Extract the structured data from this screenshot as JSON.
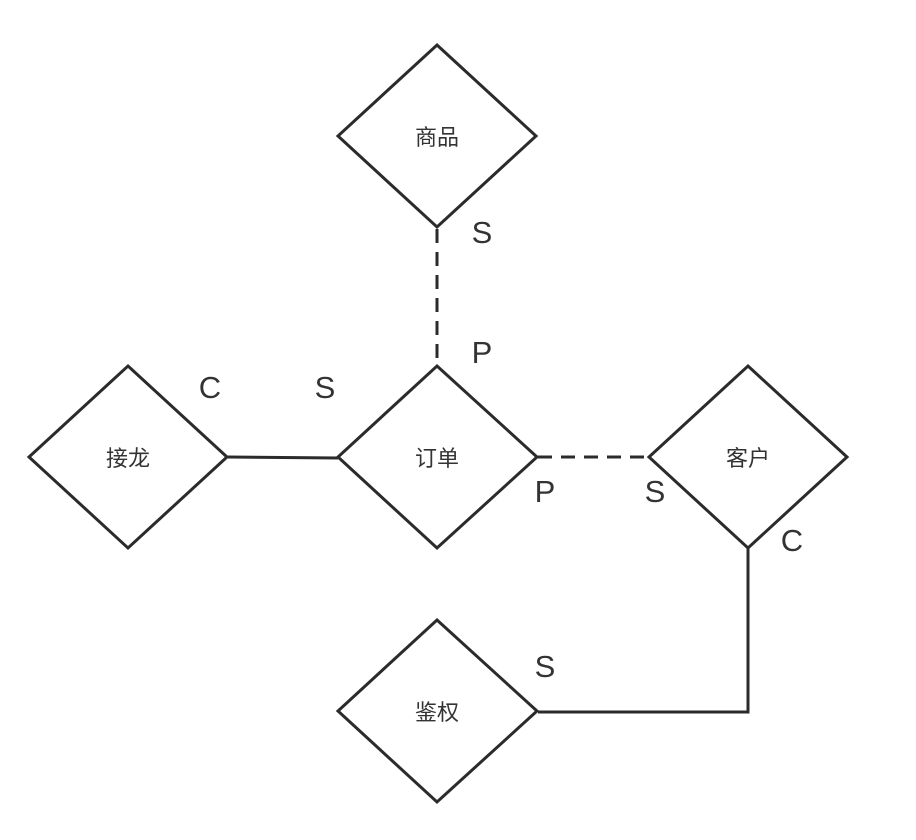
{
  "diagram": {
    "nodes": {
      "product": "商品",
      "solitaire": "接龙",
      "order": "订单",
      "customer": "客户",
      "auth": "鉴权"
    },
    "edges": [
      {
        "from": "order",
        "to": "product",
        "style": "dashed",
        "from_label": "P",
        "to_label": "S"
      },
      {
        "from": "order",
        "to": "solitaire",
        "style": "solid",
        "from_label": "S",
        "to_label": "C"
      },
      {
        "from": "order",
        "to": "customer",
        "style": "dashed",
        "from_label": "P",
        "to_label": "S"
      },
      {
        "from": "customer",
        "to": "auth",
        "style": "solid",
        "from_label": "C",
        "to_label": "S"
      }
    ],
    "colors": {
      "stroke": "#2b2b2b",
      "text": "#333333",
      "background": "#ffffff"
    }
  }
}
